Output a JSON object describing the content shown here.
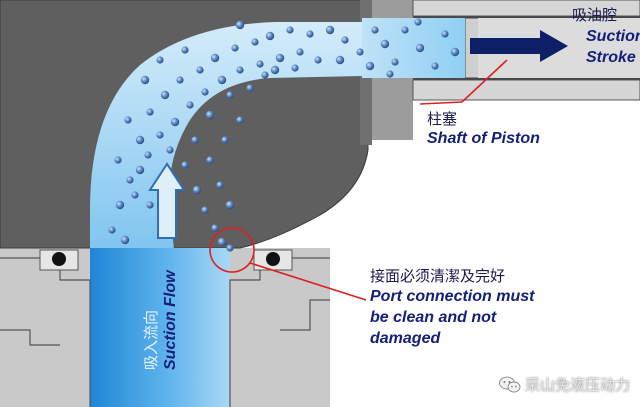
{
  "labels": {
    "suction_chamber_cn": "吸油腔",
    "suction_stroke_en": "Suction\nStroke",
    "piston_cn": "柱塞",
    "piston_en": "Shaft of Piston",
    "port_cn": "接面必须清潔及完好",
    "port_en": "Port connection must\nbe clean and not\ndamaged",
    "flow_cn": "吸入流向",
    "flow_en": "Suction Flow"
  },
  "watermark": {
    "text": "采山免液压动力",
    "icon": "wechat-icon"
  },
  "colors": {
    "body_dark": "#5f5f5f",
    "body_light": "#c9c9c9",
    "fluid_light": "#bfe2f7",
    "fluid_dark": "#2b8fd8",
    "bubble": "#4a7bb8",
    "arrow_navy": "#0d1f66",
    "callout_red": "#e02020"
  }
}
